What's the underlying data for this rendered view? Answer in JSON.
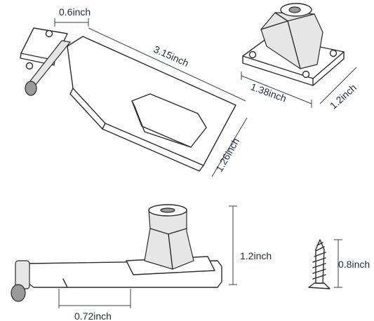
{
  "dimensions": {
    "hasp_width": "0.6inch",
    "hasp_length": "3.15inch",
    "hasp_height": "1.26inch",
    "base_length": "1.38inch",
    "base_width": "1.2inch",
    "staple_height": "1.2inch",
    "screw_length": "0.8inch",
    "hinge_offset": "0.72inch"
  },
  "colors": {
    "ink": "#2b2b2b",
    "dimension_text": "#1f2d3d",
    "background": "#ffffff"
  }
}
